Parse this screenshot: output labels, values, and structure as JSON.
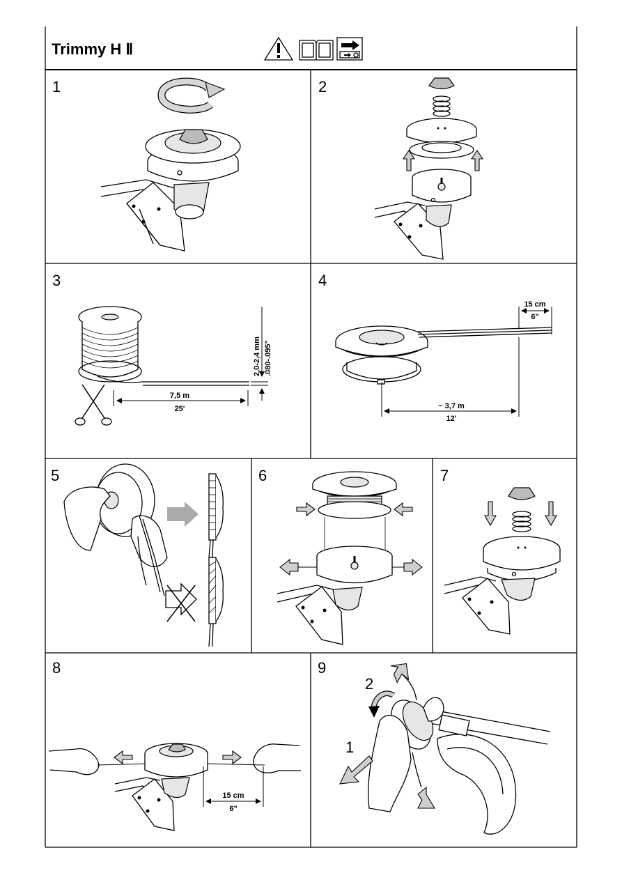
{
  "header": {
    "title": "Trimmy H Ⅱ",
    "icons": [
      "warning-icon",
      "manual-book-icon",
      "see-other-section-icon"
    ]
  },
  "panels": [
    {
      "number": "1"
    },
    {
      "number": "2"
    },
    {
      "number": "3",
      "dims": {
        "line_diameter_metric": "2,0-2,4 mm",
        "line_diameter_imperial": ".080-.095\"",
        "length_metric": "7,5 m",
        "length_imperial": "25'"
      }
    },
    {
      "number": "4",
      "dims": {
        "end_metric": "15 cm",
        "end_imperial": "6\"",
        "half_metric": "~ 3,7 m",
        "half_imperial": "12'"
      }
    },
    {
      "number": "5"
    },
    {
      "number": "6"
    },
    {
      "number": "7"
    },
    {
      "number": "8",
      "dims": {
        "protrude_metric": "15 cm",
        "protrude_imperial": "6\""
      }
    },
    {
      "number": "9",
      "steps": [
        "1",
        "2"
      ]
    }
  ]
}
